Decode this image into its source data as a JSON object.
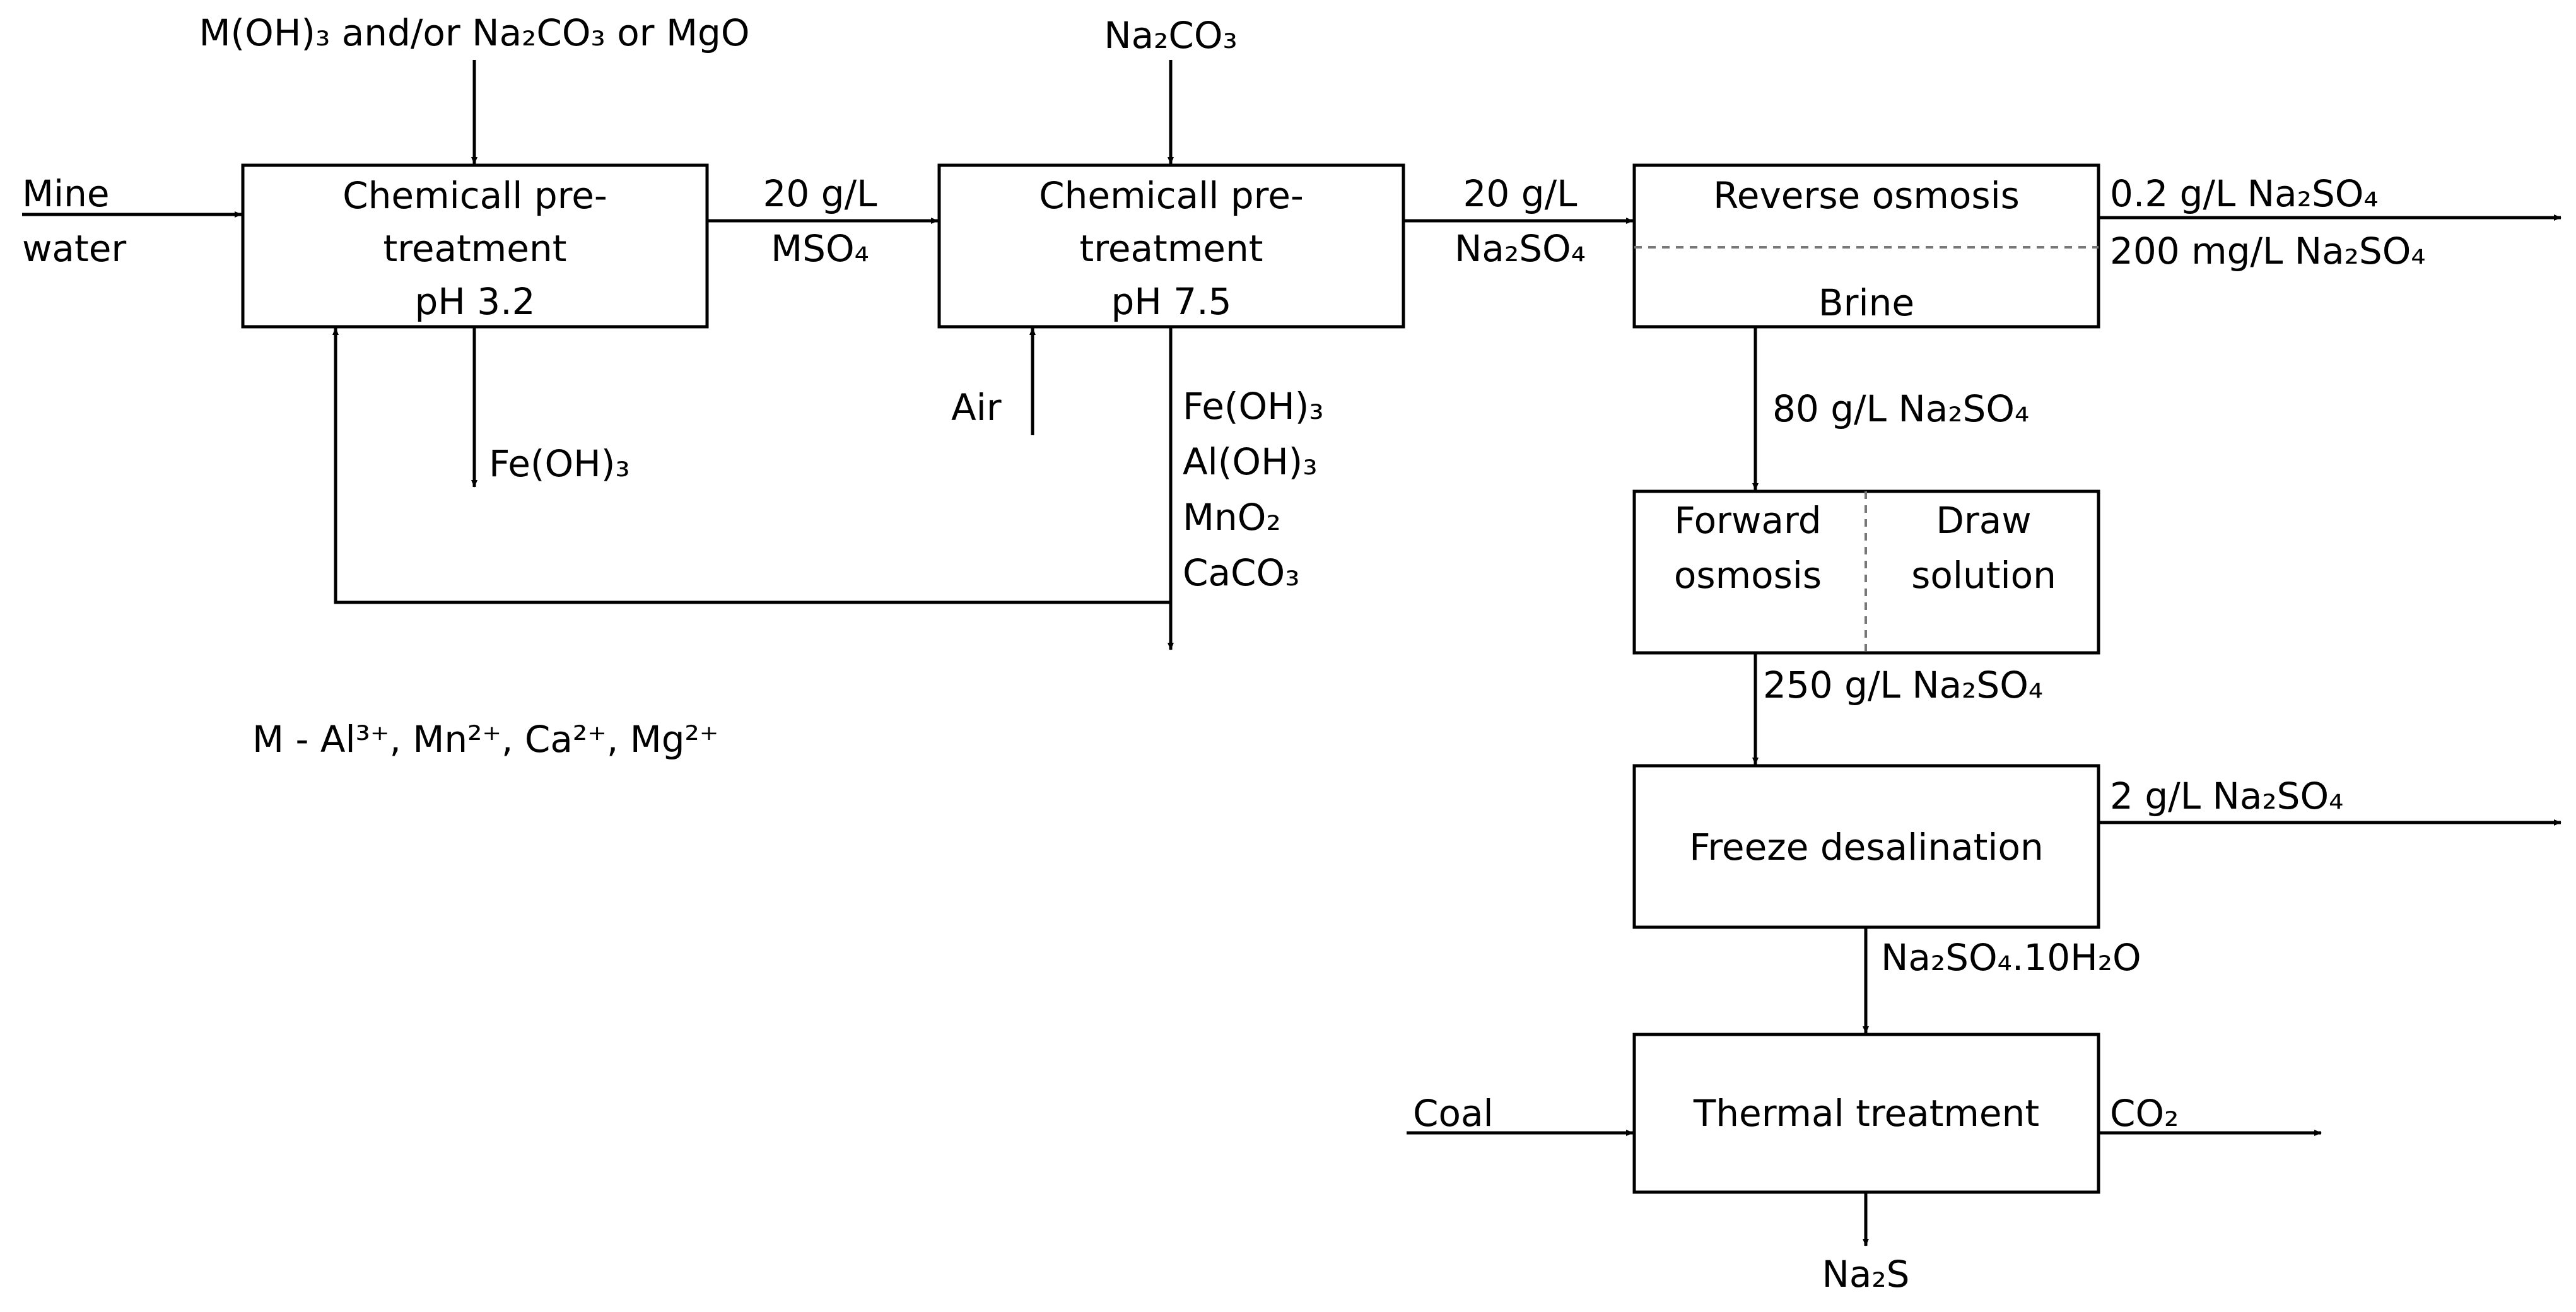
{
  "inputs": {
    "mine_water": [
      "Mine",
      "water"
    ],
    "reagent_1": "M(OH)₃ and/or Na₂CO₃ or MgO",
    "reagent_2": "Na₂CO₃",
    "air": "Air",
    "coal": "Coal"
  },
  "boxes": {
    "pretreat_1": [
      "Chemicall pre-",
      "treatment",
      "pH 3.2"
    ],
    "pretreat_2": [
      "Chemicall pre-",
      "treatment",
      "pH 7.5"
    ],
    "ro_top": "Reverse osmosis",
    "ro_bottom": "Brine",
    "fo_left": [
      "Forward",
      "osmosis"
    ],
    "fo_right": [
      "Draw",
      "solution"
    ],
    "freeze": "Freeze desalination",
    "thermal": "Thermal treatment"
  },
  "streams": {
    "s1": [
      "20 g/L",
      "MSO₄"
    ],
    "s2": [
      "20 g/L",
      "Na₂SO₄"
    ],
    "ro_out_1": "0.2 g/L Na₂SO₄",
    "ro_out_2": "200 mg/L Na₂SO₄",
    "brine": "80 g/L Na₂SO₄",
    "fo_out": "250 g/L Na₂SO₄",
    "freeze_out": "2 g/L Na₂SO₄",
    "crystal": "Na₂SO₄.10H₂O",
    "co2": "CO₂",
    "product": "Na₂S"
  },
  "precipitates": {
    "p1": "Fe(OH)₃",
    "p2": [
      "Fe(OH)₃",
      "Al(OH)₃",
      "MnO₂",
      "CaCO₃"
    ]
  },
  "legend": "M - Al³⁺, Mn²⁺, Ca²⁺, Mg²⁺"
}
